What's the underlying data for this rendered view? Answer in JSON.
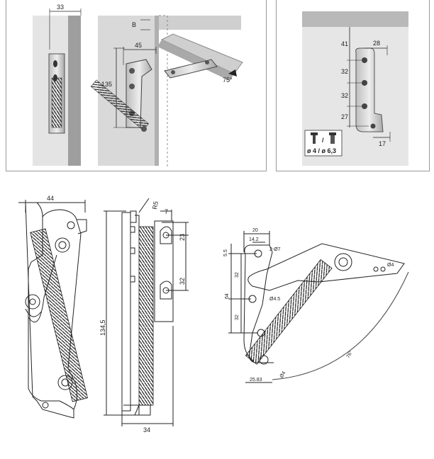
{
  "top_left": {
    "dims": {
      "d33": "33",
      "dB": "B",
      "d45": "45",
      "d135": "135",
      "d75": "75°"
    }
  },
  "top_right": {
    "dims": {
      "d41": "41",
      "d28": "28",
      "d32a": "32",
      "d32b": "32",
      "d27": "27",
      "d17": "17"
    },
    "screw_label": "ø 4 / ø 6,3",
    "screw_sep": "/"
  },
  "bottom_left": {
    "d44": "44",
    "d134_5": "134,5"
  },
  "bottom_mid": {
    "dR5": "R5",
    "d7": "7",
    "d23": "23",
    "d32": "32",
    "d34": "34"
  },
  "bottom_right": {
    "d20": "20",
    "d14_2": "14.2",
    "d2o7": "2-Ø7",
    "d5_5": "5.5",
    "d32a": "32",
    "d64": "64",
    "d32b": "32",
    "dO4_5": "Ø4.5",
    "dO4a": "Ø4",
    "d76": "76°",
    "d25_83": "25.83",
    "dO4b": "Ø4"
  }
}
